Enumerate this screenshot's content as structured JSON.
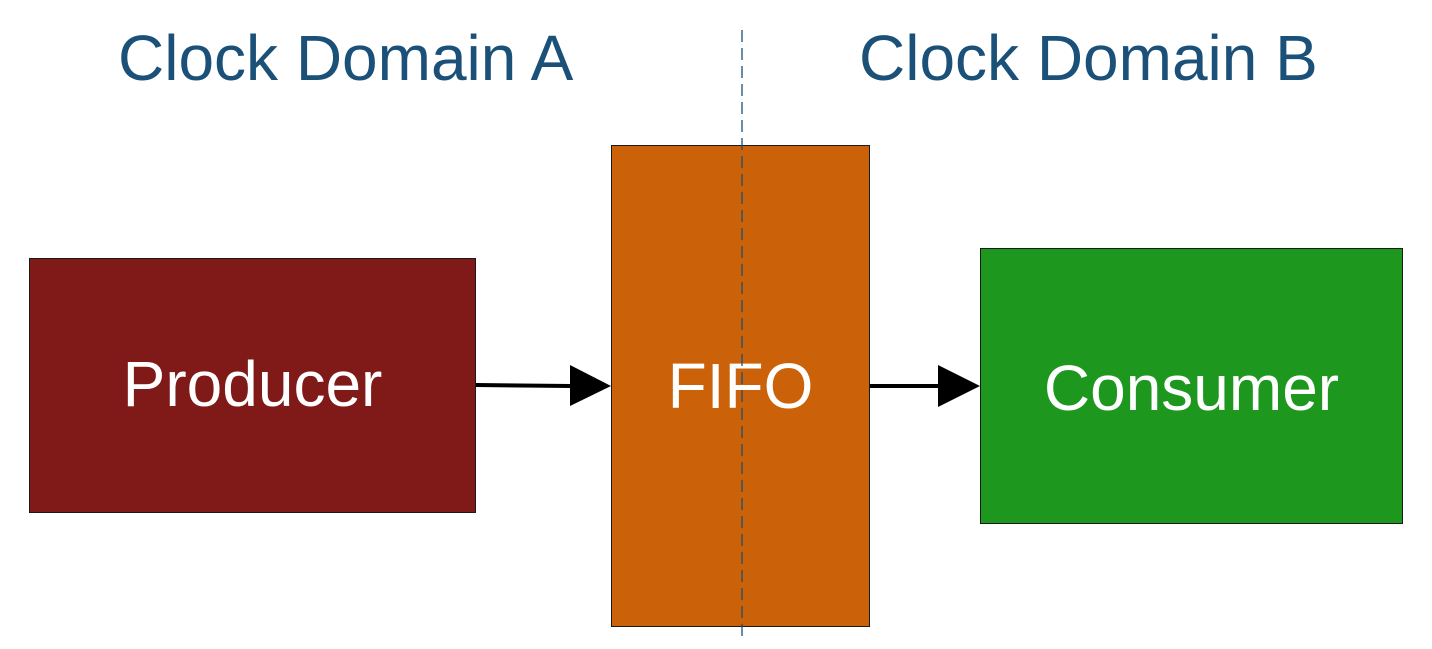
{
  "domains": {
    "a_label": "Clock Domain A",
    "b_label": "Clock Domain B",
    "label_color": "#1b5078"
  },
  "blocks": {
    "producer": {
      "label": "Producer",
      "color": "#7f1a19"
    },
    "fifo": {
      "label": "FIFO",
      "color": "#cb620a"
    },
    "consumer": {
      "label": "Consumer",
      "color": "#1e971f"
    }
  },
  "connections": [
    {
      "from": "producer",
      "to": "fifo"
    },
    {
      "from": "fifo",
      "to": "consumer"
    }
  ],
  "divider": {
    "style": "dashed",
    "color": "#1b5078"
  }
}
